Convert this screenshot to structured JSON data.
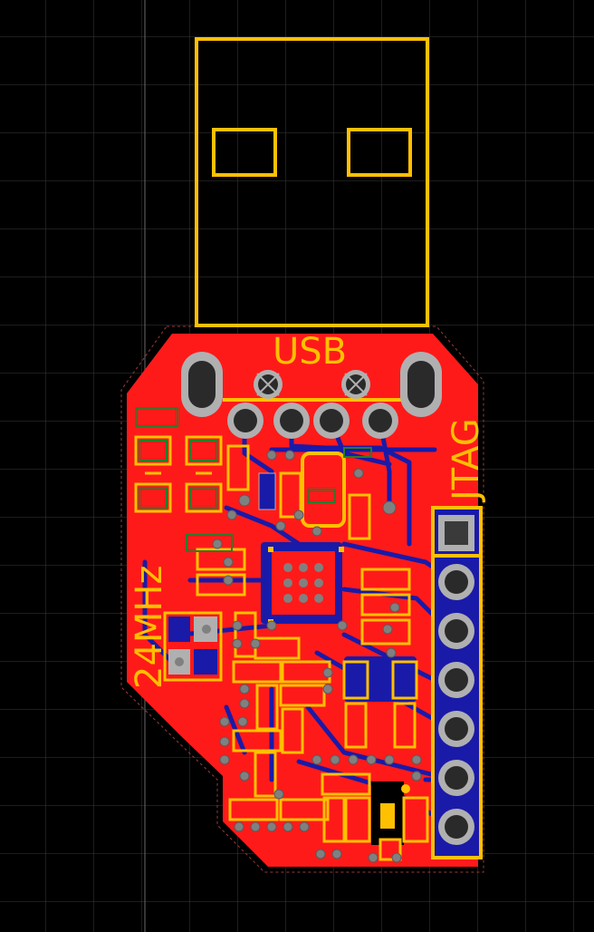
{
  "labels": {
    "usb": "USB",
    "jtag": "JTAG",
    "crystal": "24MHz"
  },
  "colors": {
    "background": "#000000",
    "grid": "#3a3a3a",
    "copper_top": "#ff1a1a",
    "copper_bottom": "#1a1aa8",
    "silkscreen": "#ffc000",
    "pad": "#b0b0b0",
    "via": "#808080",
    "drill": "#2a2a2a"
  },
  "icons": {
    "usb_connector": "usb-a-plug-outline",
    "jtag_header": "1x7-pin-header"
  }
}
